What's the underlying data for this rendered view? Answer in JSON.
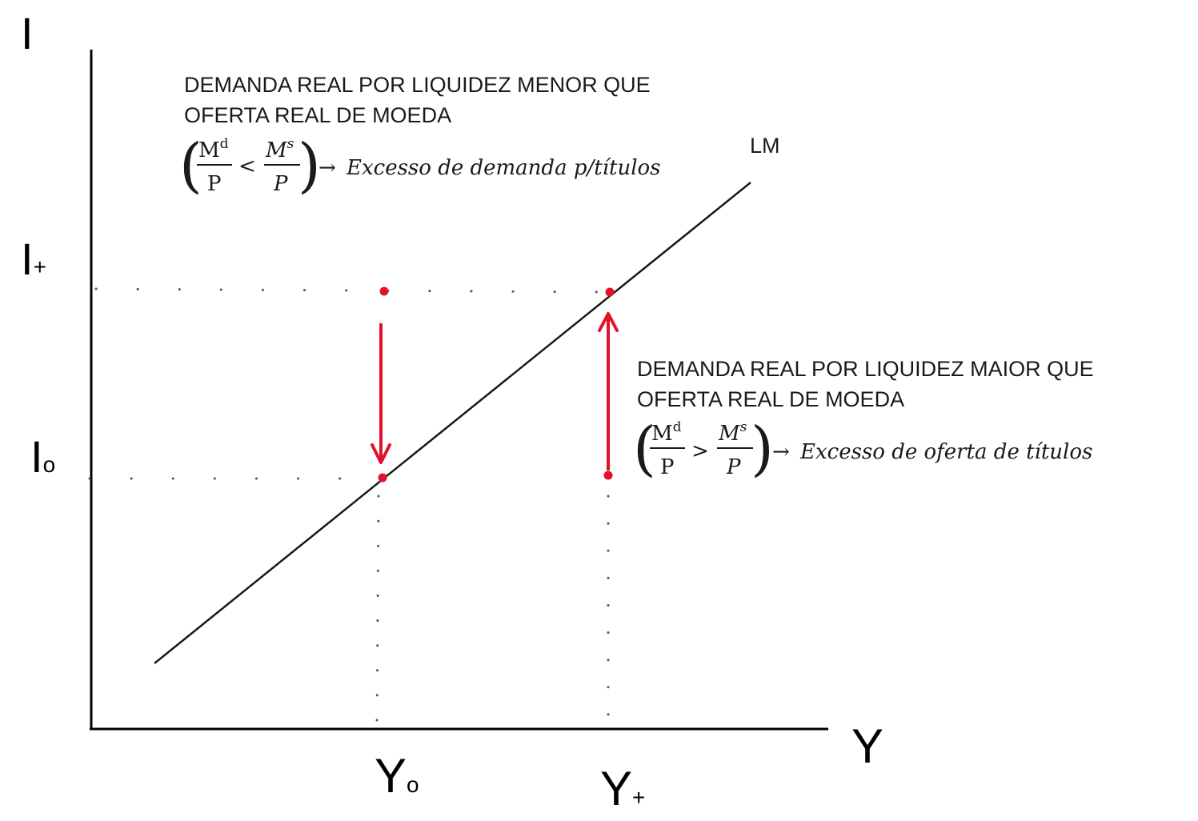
{
  "axes": {
    "y_axis_label": "I",
    "x_axis_label": "Y"
  },
  "ticks": {
    "y_high": {
      "base": "I",
      "sub": "+"
    },
    "y_low": {
      "base": "I",
      "sub": "o"
    },
    "x_low": {
      "base": "Y",
      "sub": "o"
    },
    "x_high": {
      "base": "Y",
      "sub": "+"
    }
  },
  "curve": {
    "label": "LM"
  },
  "note_top": {
    "line1": "DEMANDA REAL POR LIQUIDEZ MENOR QUE",
    "line2": "OFERTA REAL DE MOEDA",
    "num_left_base": "M",
    "num_left_sup": "d",
    "den_left": "P",
    "operator": "<",
    "num_right_base": "M",
    "num_right_sup": "s",
    "den_right": "P",
    "arrow": "→",
    "result": "Excesso de demanda p/títulos"
  },
  "note_bottom": {
    "line1": "DEMANDA REAL POR LIQUIDEZ MAIOR QUE",
    "line2": "OFERTA REAL DE MOEDA",
    "num_left_base": "M",
    "num_left_sup": "d",
    "den_left": "P",
    "operator": ">",
    "num_right_base": "M",
    "num_right_sup": "s",
    "den_right": "P",
    "arrow": "→",
    "result": "Excesso de oferta de títulos"
  },
  "colors": {
    "axis": "#000000",
    "curve": "#1a1a1a",
    "guide": "#555555",
    "highlight": "#e3122b"
  }
}
